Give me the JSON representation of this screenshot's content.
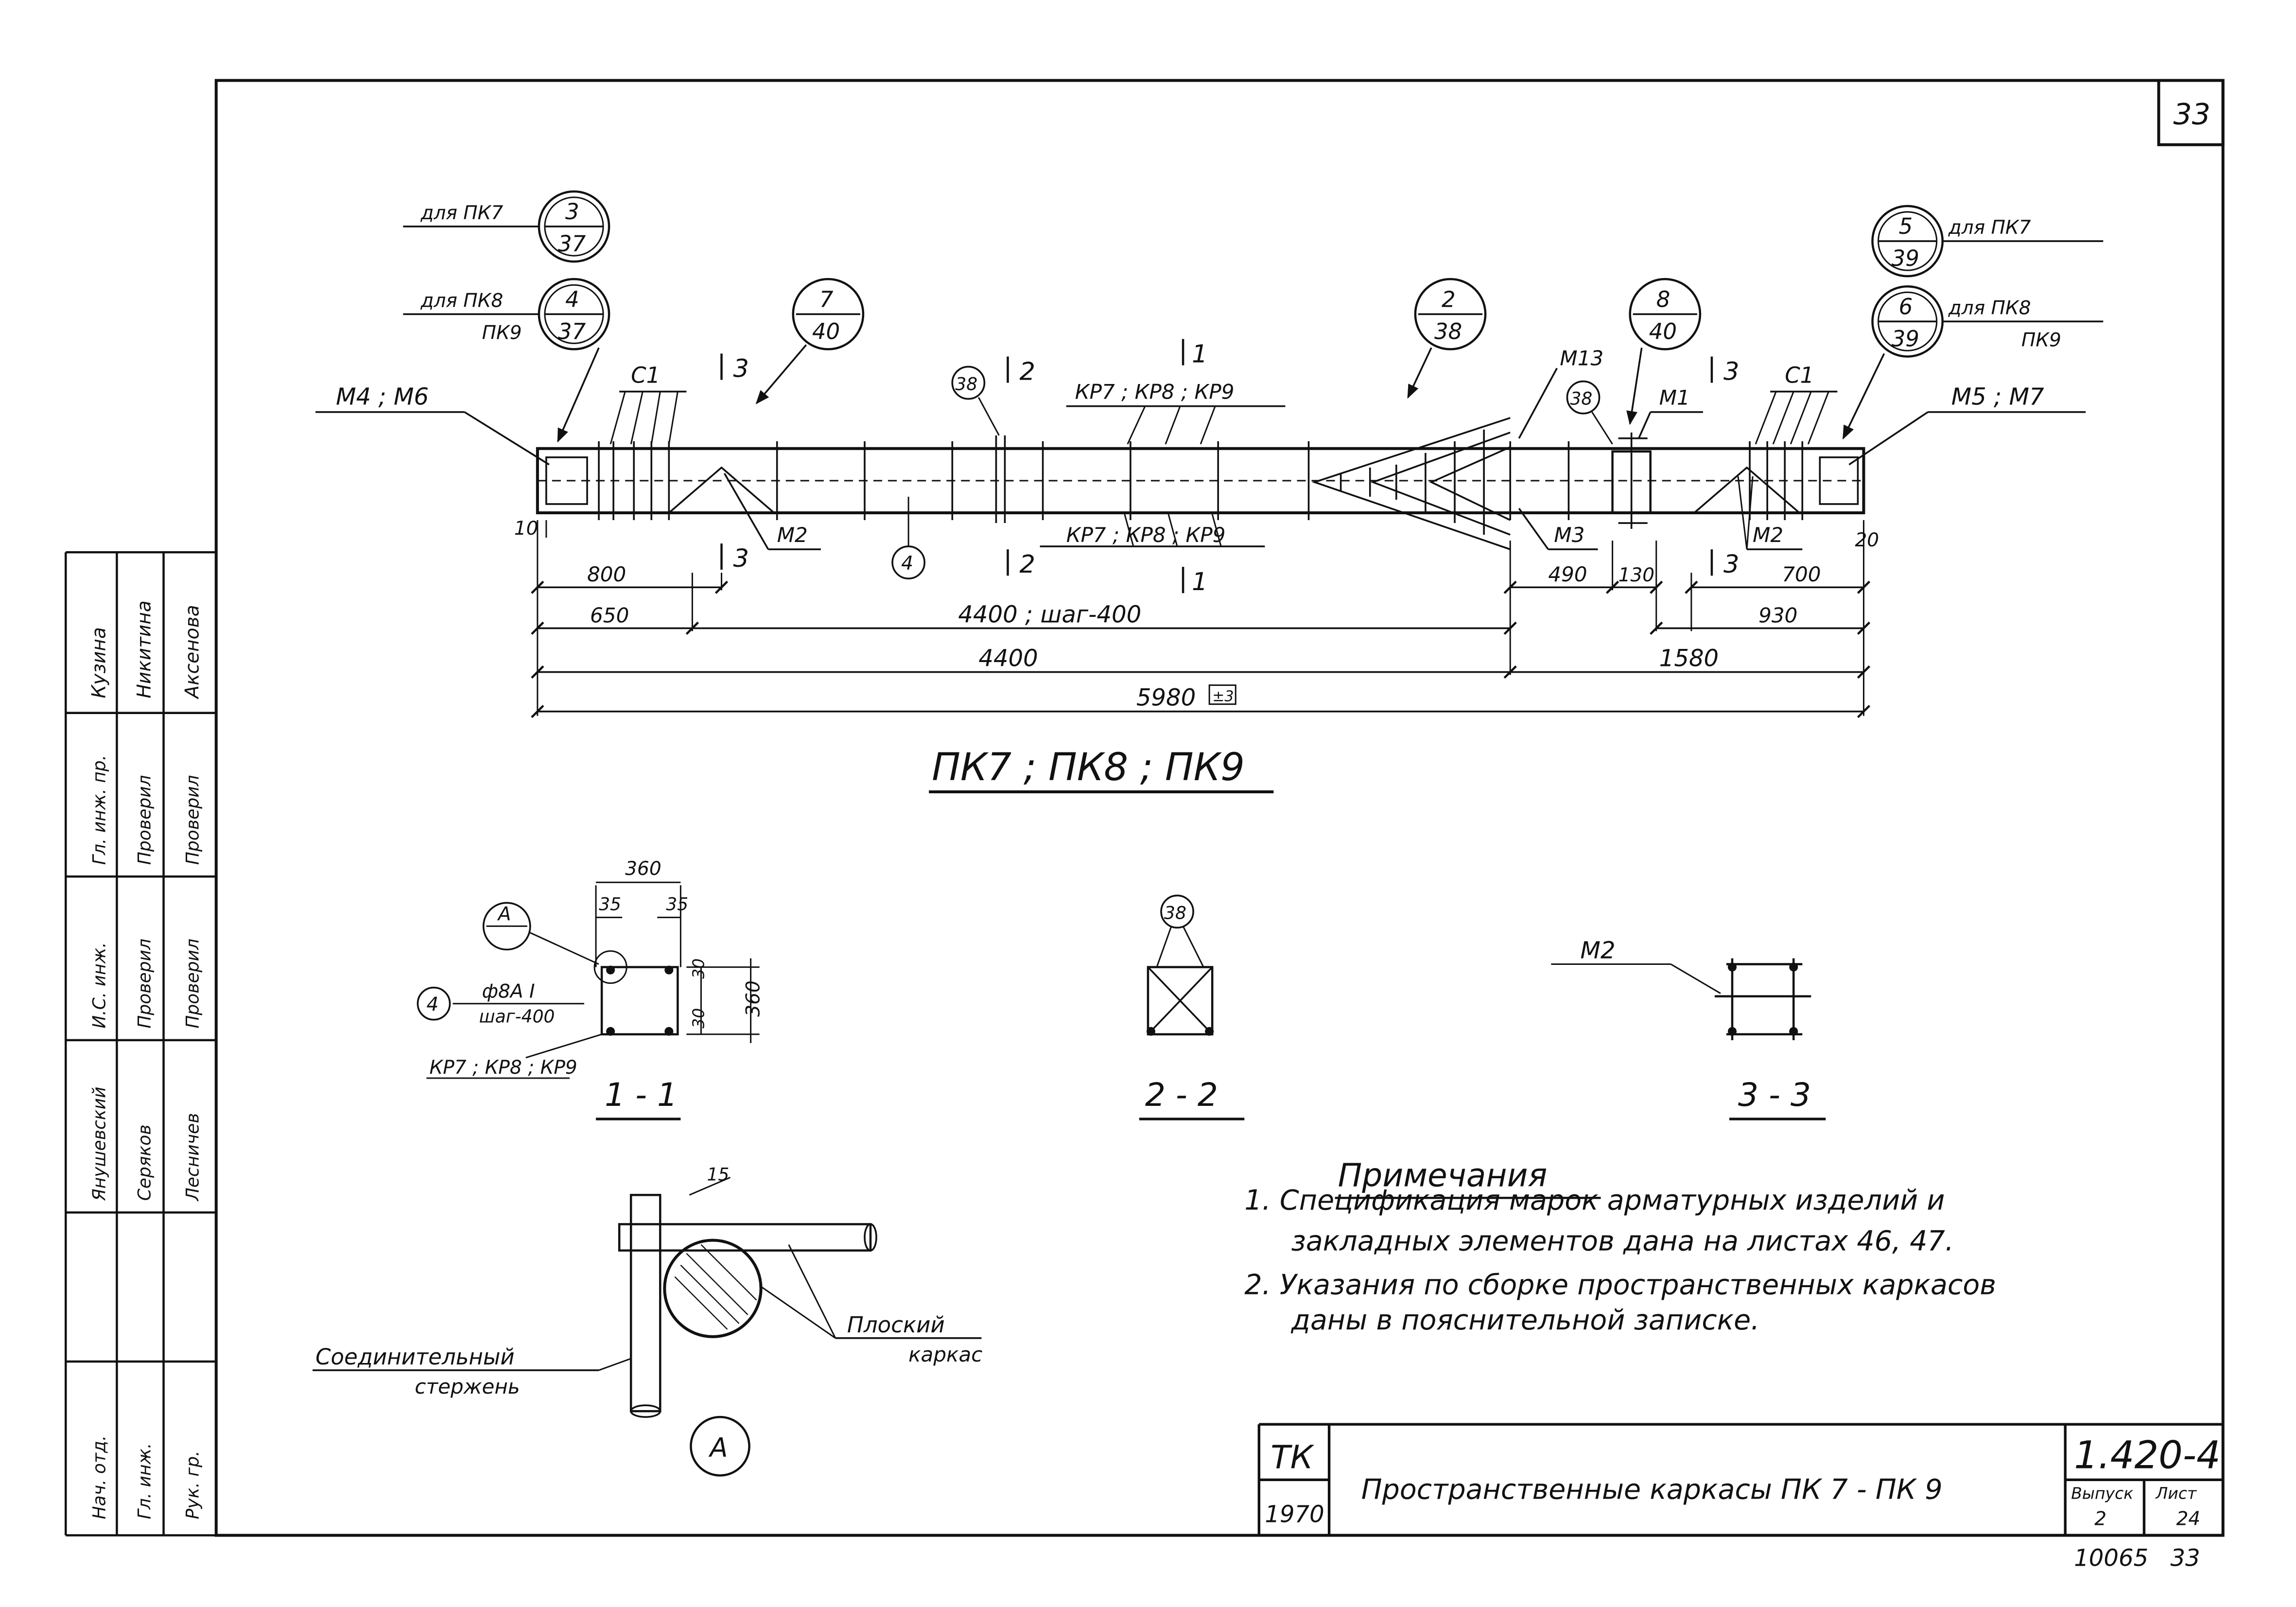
{
  "sheet": {
    "number": "33",
    "title_block": {
      "org": "ТК",
      "year": "1970",
      "title": "Пространственные каркасы ПК 7 - ПК 9",
      "series": "1.420-4",
      "vypusk_label": "Выпуск",
      "vypusk_value": "2",
      "list_label": "Лист",
      "list_value": "24",
      "archive_no": "10065",
      "archive_page": "33"
    },
    "stamps": {
      "row1": [
        "Кузина",
        "Никитина",
        "Аксенова"
      ],
      "row2": [
        "Гл. инж. пр.",
        "Проверил",
        "Проверил"
      ],
      "row3": [
        "И.С. инж.",
        "Проверил",
        "Проверил"
      ],
      "row4": [
        "Янушевский",
        "Серяков",
        "Лесничев"
      ],
      "row5": [
        "Нач. отд.",
        "Гл. инж.",
        "Рук. гр."
      ]
    }
  },
  "main_view": {
    "title": "ПК7 ; ПК8 ; ПК9",
    "callouts": {
      "c1": {
        "num": "3",
        "sheet": "37",
        "label": "для ПК7"
      },
      "c2": {
        "num": "4",
        "sheet": "37",
        "label1": "для ПК8",
        "label2": "ПК9"
      },
      "c3": {
        "num": "7",
        "sheet": "40"
      },
      "c4": {
        "num": "2",
        "sheet": "38"
      },
      "c5": {
        "num": "8",
        "sheet": "40"
      },
      "c6": {
        "num": "5",
        "sheet": "39",
        "label": "для ПК7"
      },
      "c7": {
        "num": "6",
        "sheet": "39",
        "label1": "для ПК8",
        "label2": "ПК9"
      }
    },
    "labels": {
      "m4m6": "М4 ; М6",
      "m5m7": "М5 ; М7",
      "c1_left": "С1",
      "c1_right": "С1",
      "kr_top": "КР7 ; КР8 ; КР9",
      "kr_bottom": "КР7 ; КР8 ; КР9",
      "m13": "М13",
      "m1": "М1",
      "m2_left": "М2",
      "m2_right": "М2",
      "m3": "М3",
      "pos4": "4",
      "pos38a": "38",
      "pos38b": "38",
      "sec1_top": "1",
      "sec1_bot": "1",
      "sec2_top": "2",
      "sec2_bot": "2",
      "sec3_top_l": "3",
      "sec3_bot_l": "3",
      "sec3_top_r": "3",
      "sec3_bot_r": "3"
    },
    "dims": {
      "d10": "10",
      "d20": "20",
      "d800": "800",
      "d650": "650",
      "d4400_step": "4400 ; шаг-400",
      "d4400": "4400",
      "d5980": "5980",
      "d5980_tol": "±3",
      "d490": "490",
      "d130": "130",
      "d700": "700",
      "d930": "930",
      "d1580": "1580"
    }
  },
  "section_1_1": {
    "title": "1 - 1",
    "d360_top": "360",
    "d35_l": "35",
    "d35_r": "35",
    "d30a": "30",
    "d30b": "30",
    "d360_side": "360",
    "node": "А",
    "pos4": "4",
    "rebar": "ф8А I",
    "step": "шаг-400",
    "kr": "КР7 ; КР8 ; КР9"
  },
  "section_2_2": {
    "title": "2 - 2",
    "pos38": "38"
  },
  "section_3_3": {
    "title": "3 - 3",
    "m2": "М2"
  },
  "node_a": {
    "label": "А",
    "dim15": "15",
    "connector1": "Соединительный",
    "connector2": "стержень",
    "flat1": "Плоский",
    "flat2": "каркас"
  },
  "notes": {
    "heading": "Примечания",
    "n1a": "1. Спецификация марок арматурных изделий и",
    "n1b": "закладных элементов дана на листах 46, 47.",
    "n2a": "2. Указания по сборке пространственных каркасов",
    "n2b": "даны в пояснительной записке."
  }
}
